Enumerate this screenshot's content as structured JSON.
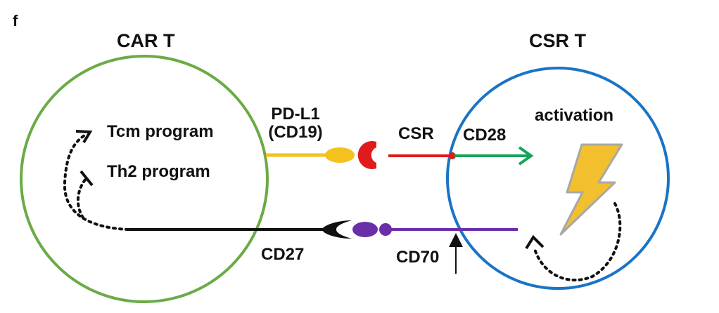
{
  "panel_label": "f",
  "cells": {
    "left_title": "CAR T",
    "right_title": "CSR T"
  },
  "programs": {
    "tcm": "Tcm program",
    "th2": "Th2 program"
  },
  "molecules": {
    "pdl1_line1": "PD-L1",
    "pdl1_line2": "(CD19)",
    "csr": "CSR",
    "cd28": "CD28",
    "cd27": "CD27",
    "cd70": "CD70",
    "activation": "activation"
  },
  "colors": {
    "car_t_membrane": "#6aab46",
    "csr_t_membrane": "#1a73c6",
    "pdl1": "#f5c11d",
    "csr_receptor": "#e01b1b",
    "cd28_arrow": "#18a35a",
    "cd70": "#6a2fa8",
    "cd27": "#111111",
    "lightning_fill": "#f2bf2e",
    "lightning_stroke": "#a8a8a8"
  },
  "icons": [
    "lightning-bolt-icon",
    "dotted-curved-arrow-icon",
    "inhibition-bar-icon",
    "up-arrow-icon"
  ]
}
